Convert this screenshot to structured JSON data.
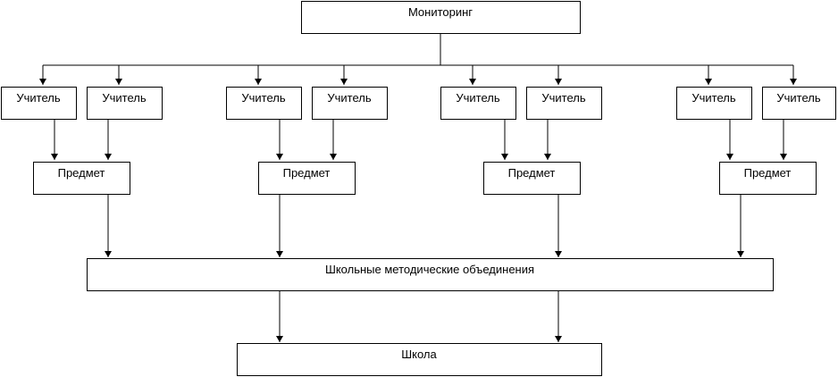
{
  "diagram": {
    "top": {
      "label": "Мониторинг"
    },
    "groups": [
      {
        "teachers": [
          "Учитель",
          "Учитель"
        ],
        "subject": "Предмет"
      },
      {
        "teachers": [
          "Учитель",
          "Учитель"
        ],
        "subject": "Предмет"
      },
      {
        "teachers": [
          "Учитель",
          "Учитель"
        ],
        "subject": "Предмет"
      },
      {
        "teachers": [
          "Учитель",
          "Учитель"
        ],
        "subject": "Предмет"
      }
    ],
    "associations": {
      "label": "Школьные методические объединения"
    },
    "school": {
      "label": "Школа"
    },
    "colors": {
      "stroke": "#000000",
      "background": "#ffffff",
      "text": "#000000"
    }
  }
}
